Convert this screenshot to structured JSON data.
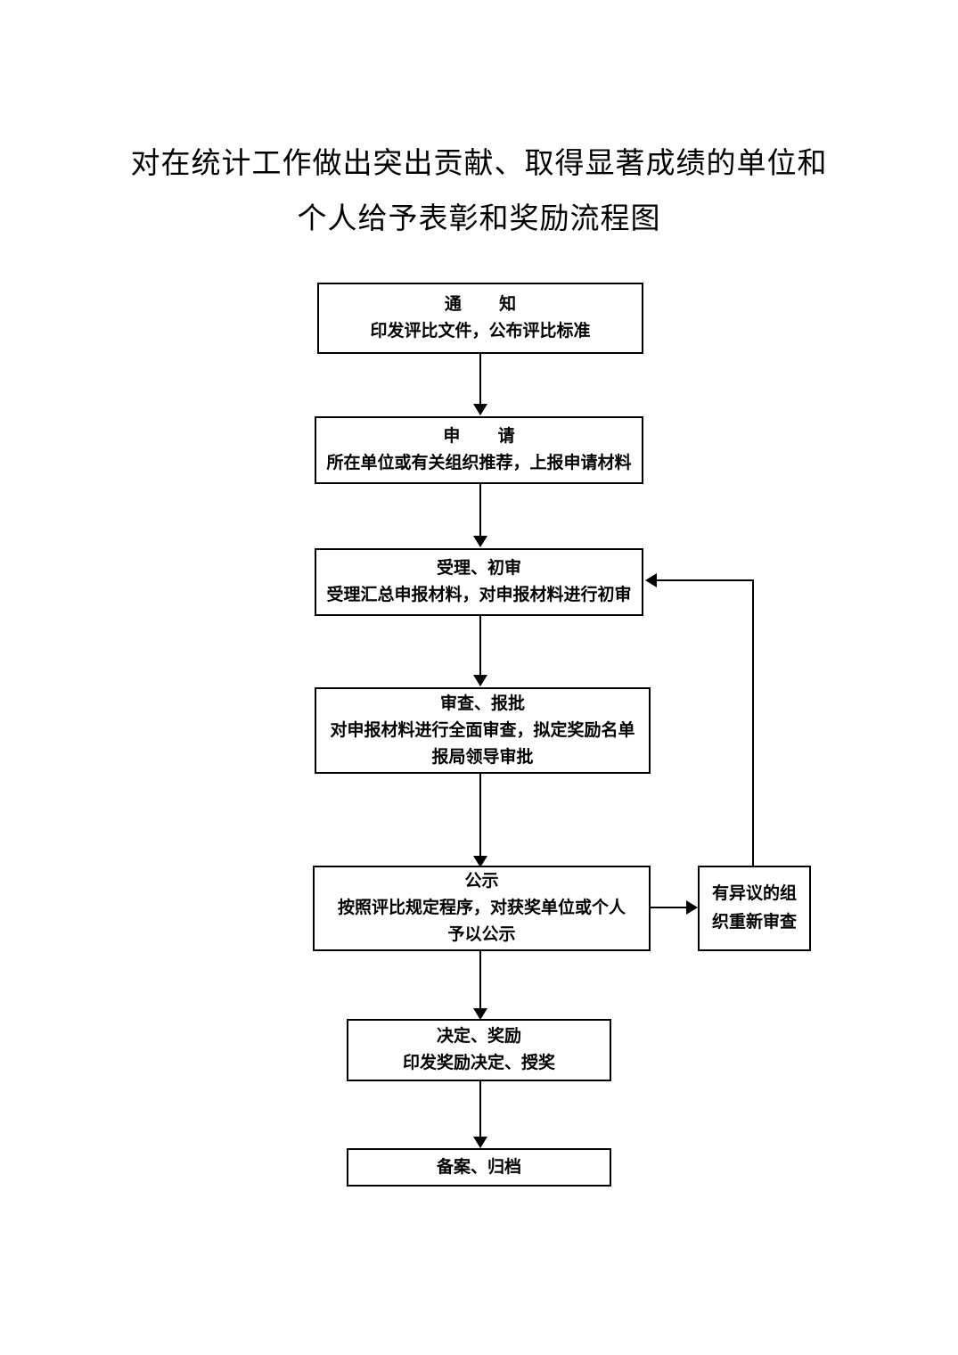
{
  "document": {
    "title_lines": [
      "对在统计工作做出突出贡献、取得显著成绩的单位和",
      "个人给予表彰和奖励流程图"
    ]
  },
  "flowchart": {
    "nodes": [
      {
        "id": "notice",
        "heading": "通        知",
        "lines": [
          "印发评比文件，公布评比标准"
        ]
      },
      {
        "id": "application",
        "heading": "申        请",
        "lines": [
          "所在单位或有关组织推荐，上报申请材料"
        ]
      },
      {
        "id": "acceptance-preliminary-review",
        "heading": "受理、初审",
        "lines": [
          "受理汇总申报材料，对申报材料进行初审"
        ]
      },
      {
        "id": "review-approval",
        "heading": "审查、报批",
        "lines": [
          "对申报材料进行全面审查，拟定奖励名单",
          "报局领导审批"
        ]
      },
      {
        "id": "publicity",
        "heading": "公示",
        "lines": [
          "按照评比规定程序，对获奖单位或个人",
          "予以公示"
        ]
      },
      {
        "id": "objection-recheck",
        "heading": "",
        "lines": [
          "有异议的组",
          "织重新审查"
        ]
      },
      {
        "id": "decision-award",
        "heading": "决定、奖励",
        "lines": [
          "印发奖励决定、授奖"
        ]
      },
      {
        "id": "record-archive",
        "heading": "备案、归档",
        "lines": []
      }
    ]
  },
  "colors": {
    "stroke": "#000000",
    "fill": "#ffffff",
    "text": "#000000"
  }
}
